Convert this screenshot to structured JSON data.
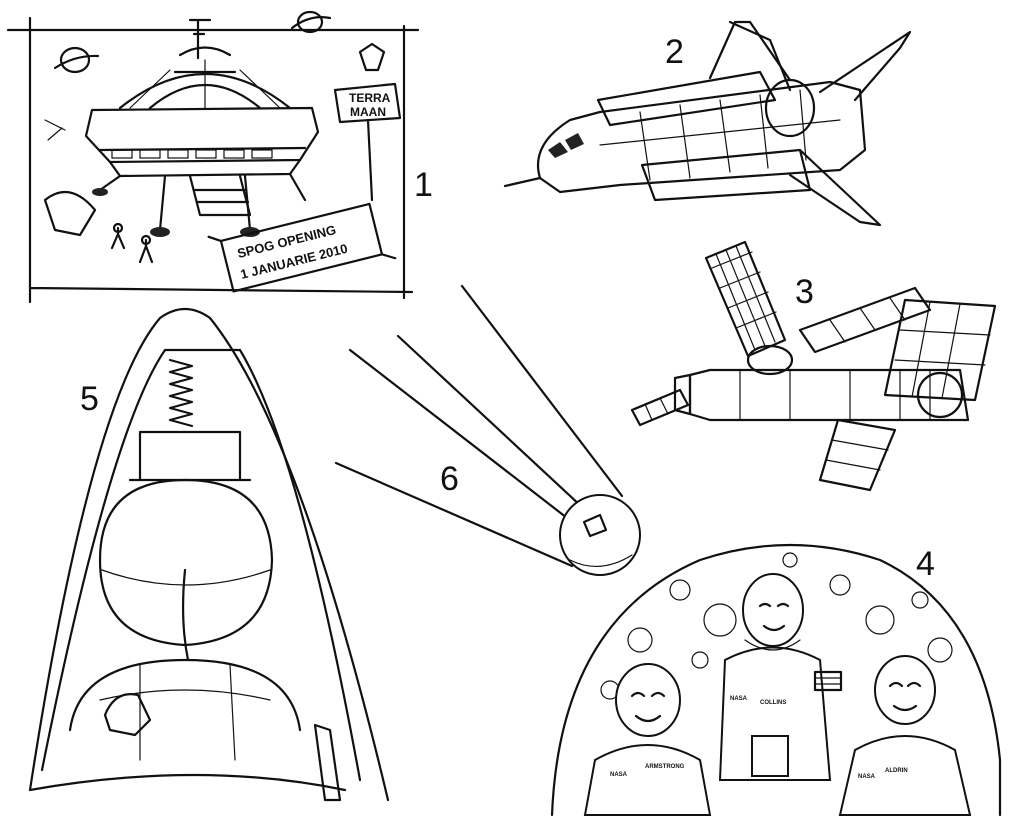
{
  "figure_numbers": [
    "1",
    "2",
    "3",
    "4",
    "5",
    "6"
  ],
  "panel1": {
    "sign_terra": "TERRA",
    "sign_maan": "MAAN",
    "banner_line1": "SPOG OPENING",
    "banner_line2": "1 JANUARIE 2010"
  },
  "panel4": {
    "name_left": "ARMSTRONG",
    "name_center": "COLLINS",
    "name_right": "ALDRIN",
    "patch": "NASA"
  },
  "colors": {
    "ink": "#111111",
    "paper": "#ffffff"
  }
}
